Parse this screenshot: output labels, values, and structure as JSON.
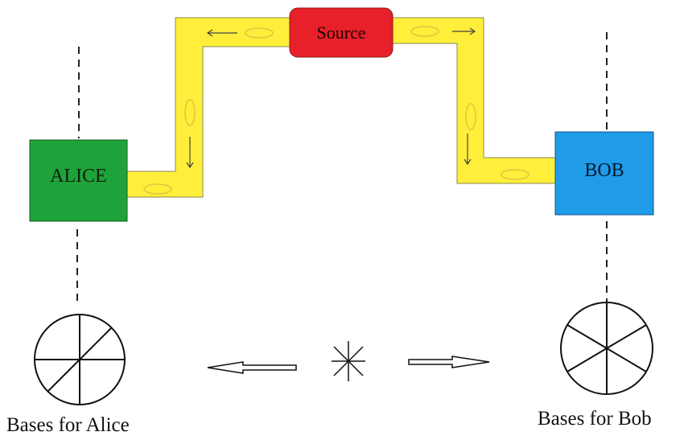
{
  "source": {
    "label": "Source",
    "color": "#e8202a"
  },
  "alice": {
    "label": "ALICE",
    "color": "#1ea33a"
  },
  "bob": {
    "label": "BOB",
    "color": "#1f9be8"
  },
  "fiber_color": "#ffee3a",
  "bases": {
    "alice_label": "Bases for Alice",
    "bob_label": "Bases for Bob"
  }
}
